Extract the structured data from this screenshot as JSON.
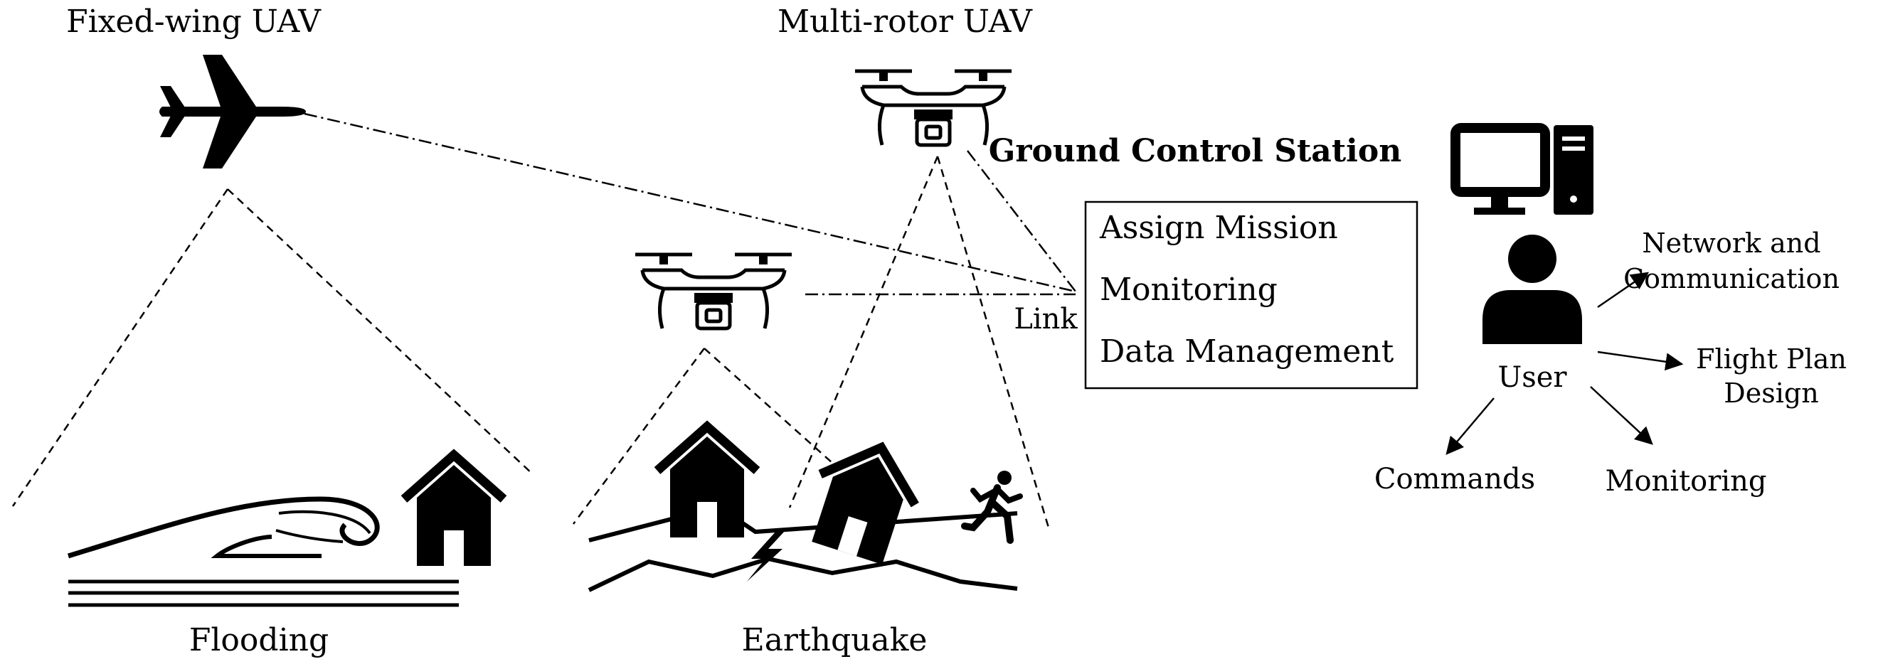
{
  "labels": {
    "fixed_wing": "Fixed-wing UAV",
    "multi_rotor": "Multi-rotor UAV",
    "ground_control": "Ground Control Station",
    "flooding": "Flooding",
    "earthquake": "Earthquake",
    "link": "Link",
    "user": "User",
    "network_line1": "Network and",
    "network_line2": "Communication",
    "flight_line1": "Flight Plan",
    "flight_line2": "Design",
    "commands": "Commands",
    "monitoring": "Monitoring"
  },
  "mission_box": {
    "items": [
      "Assign Mission",
      "Monitoring",
      "Data Management"
    ]
  },
  "icons": {
    "plane": "airplane-icon",
    "drone": "quadcopter-drone-icon",
    "computer": "desktop-computer-icon",
    "user": "user-icon",
    "house": "house-icon",
    "wave": "flood-wave-icon",
    "person": "running-person-icon",
    "crack": "lightning-crack-icon"
  },
  "colors": {
    "ink": "#000000",
    "background": "#ffffff"
  }
}
